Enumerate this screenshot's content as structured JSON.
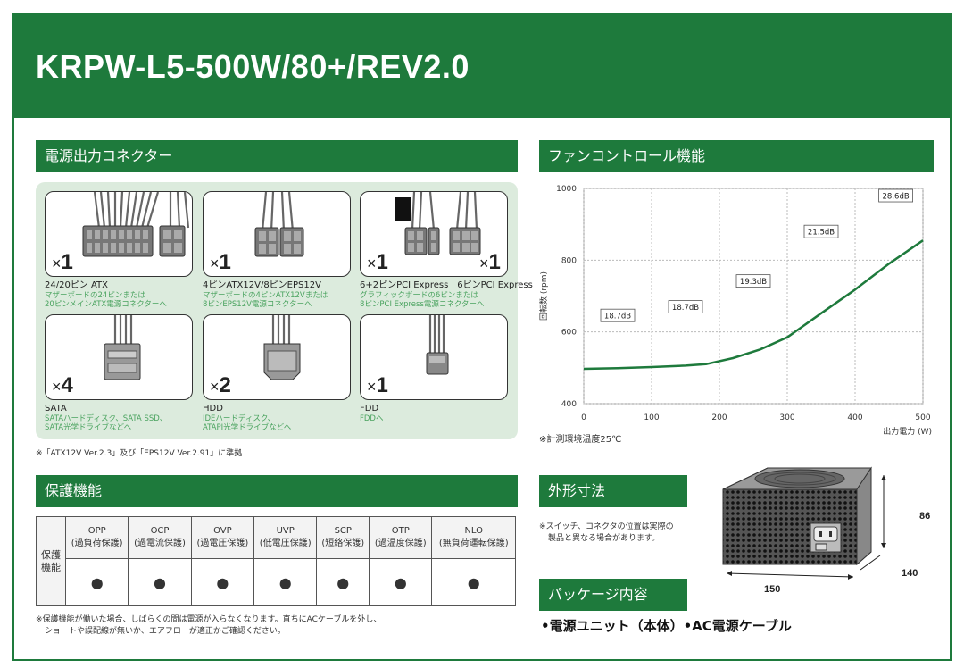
{
  "header": {
    "title": "KRPW-L5-500W/80+/REV2.0"
  },
  "sections": {
    "connectors": "電源出力コネクター",
    "fan": "ファンコントロール機能",
    "protection": "保護機能",
    "dimensions": "外形寸法",
    "package": "パッケージ内容"
  },
  "connectors": [
    {
      "qty": "1",
      "label": "24/20ピン ATX",
      "desc": [
        "マザーボードの24ピンまたは",
        "20ピンメインATX電源コネクターへ"
      ]
    },
    {
      "qty": "1",
      "label": "4ピンATX12V/8ピンEPS12V",
      "desc": [
        "マザーボードの4ピンATX12Vまたは",
        "8ピンEPS12V電源コネクターへ"
      ]
    },
    {
      "qty": "1",
      "qty2": "1",
      "label": "6+2ピンPCI Express　6ピンPCI Express",
      "desc": [
        "グラフィックボードの6ピンまたは",
        "8ピンPCI Express電源コネクターへ"
      ]
    },
    {
      "qty": "4",
      "label": "SATA",
      "desc": [
        "SATAハードディスク、SATA SSD、",
        "SATA光学ドライブなどへ"
      ]
    },
    {
      "qty": "2",
      "label": "HDD",
      "desc": [
        "IDEハードディスク、",
        "ATAPI光学ドライブなどへ"
      ]
    },
    {
      "qty": "1",
      "label": "FDD",
      "desc": [
        "FDDへ"
      ]
    }
  ],
  "connector_note": "※「ATX12V Ver.2.3」及び「EPS12V Ver.2.91」に準拠",
  "protection": {
    "row_label": "保護機能",
    "items": [
      {
        "code": "OPP",
        "name": "(過負荷保護)",
        "mark": "●"
      },
      {
        "code": "OCP",
        "name": "(過電流保護)",
        "mark": "●"
      },
      {
        "code": "OVP",
        "name": "(過電圧保護)",
        "mark": "●"
      },
      {
        "code": "UVP",
        "name": "(低電圧保護)",
        "mark": "●"
      },
      {
        "code": "SCP",
        "name": "(短絡保護)",
        "mark": "●"
      },
      {
        "code": "OTP",
        "name": "(過温度保護)",
        "mark": "●"
      },
      {
        "code": "NLO",
        "name": "(無負荷運転保護)",
        "mark": "●"
      }
    ],
    "note": [
      "※保護機能が働いた場合、しばらくの間は電源が入らなくなります。直ちにACケーブルを外し、",
      "ショートや誤配線が無いか、エアフローが適正かご確認ください。"
    ]
  },
  "chart_data": {
    "type": "line",
    "ylabel": "回転数 (rpm)",
    "xlabel": "出力電力 (W)",
    "xlim": [
      0,
      500
    ],
    "ylim": [
      400,
      1000
    ],
    "xticks": [
      0,
      100,
      200,
      300,
      400,
      500
    ],
    "yticks": [
      400,
      600,
      800,
      1000
    ],
    "grid": true,
    "series": [
      {
        "x": [
          0,
          50,
          100,
          150,
          180,
          220,
          260,
          300,
          350,
          400,
          450,
          500
        ],
        "y": [
          497,
          499,
          502,
          506,
          510,
          527,
          551,
          585,
          652,
          718,
          790,
          855
        ]
      }
    ],
    "annotations": [
      {
        "x": 50,
        "y": 646,
        "text": "18.7dB"
      },
      {
        "x": 150,
        "y": 670,
        "text": "18.7dB"
      },
      {
        "x": 250,
        "y": 742,
        "text": "19.3dB"
      },
      {
        "x": 350,
        "y": 880,
        "text": "21.5dB"
      },
      {
        "x": 460,
        "y": 980,
        "text": "28.6dB"
      }
    ],
    "note": "※計測環境温度25℃"
  },
  "dimensions": {
    "note": [
      "※スイッチ、コネクタの位置は実際の",
      "製品と異なる場合があります。"
    ],
    "height": "86",
    "depth": "140",
    "width": "150"
  },
  "package": {
    "contents": "•電源ユニット（本体）•AC電源ケーブル"
  }
}
